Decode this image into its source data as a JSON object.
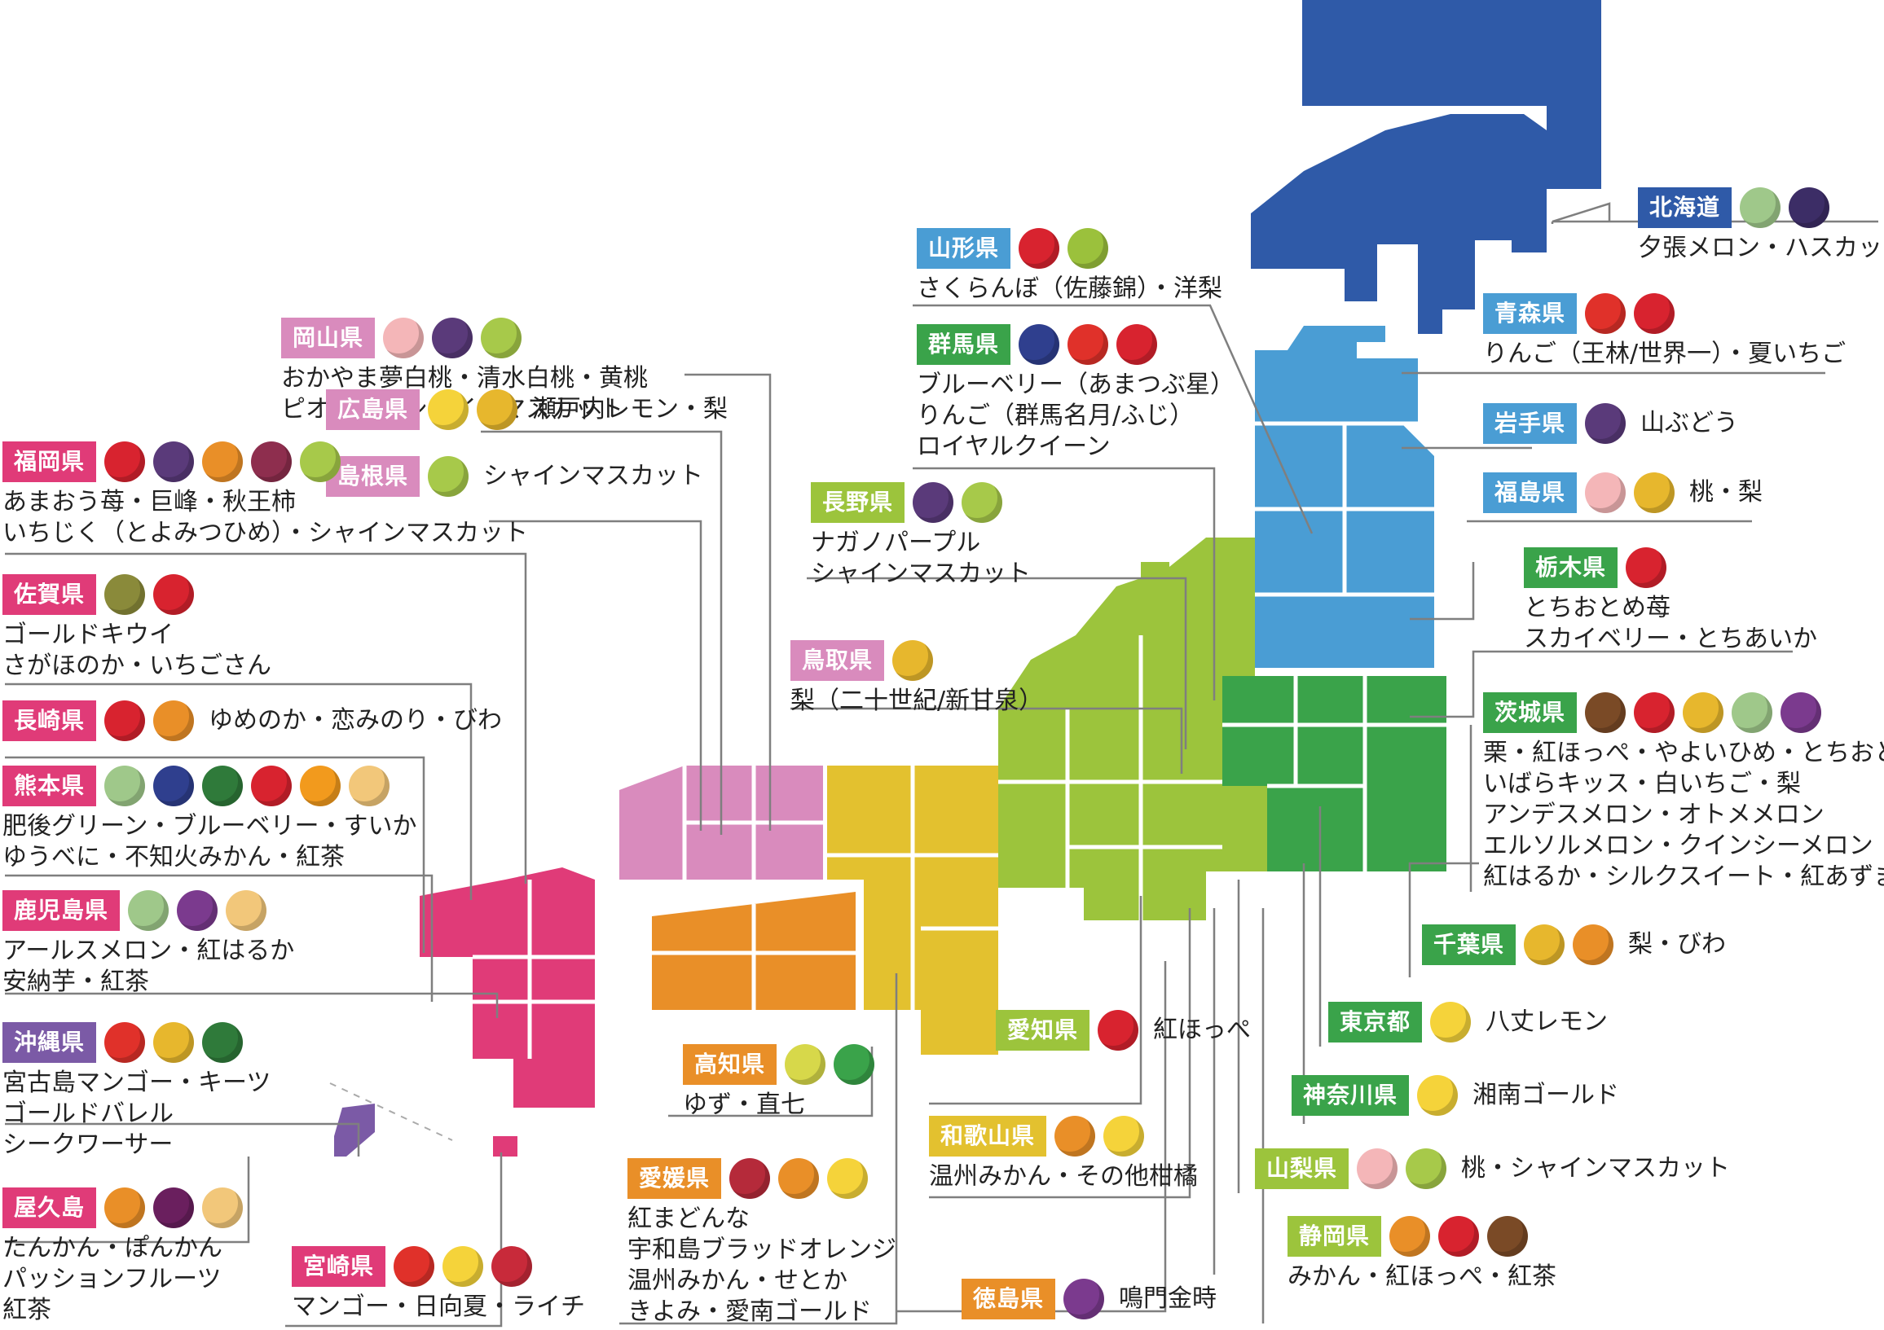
{
  "colors": {
    "hokkaido": "#2f5aa8",
    "tohoku": "#4a9dd4",
    "kanto": "#3aa34a",
    "chubu": "#9cc43c",
    "kinki": "#e3c12f",
    "chugoku": "#d98bbd",
    "shikoku": "#e98f28",
    "kyushu": "#e03b78",
    "okinawa": "#7b5aa6"
  },
  "regions": [
    {
      "id": "hokkaido",
      "name": "北海道",
      "color": "#2f5aa8",
      "fruits": [
        "#9fc88a",
        "#3c2d66"
      ],
      "lines": [
        "夕張メロン・ハスカップ"
      ]
    },
    {
      "id": "yamagata",
      "name": "山形県",
      "color": "#4a9dd4",
      "fruits": [
        "#d8232f",
        "#9bc13c"
      ],
      "lines": [
        "さくらんぼ（佐藤錦）・洋梨"
      ]
    },
    {
      "id": "aomori",
      "name": "青森県",
      "color": "#4a9dd4",
      "fruits": [
        "#e0312a",
        "#d8232f"
      ],
      "lines": [
        "りんご（王林/世界一）・夏いちご"
      ]
    },
    {
      "id": "iwate",
      "name": "岩手県",
      "color": "#4a9dd4",
      "fruits": [
        "#5a3a7a"
      ],
      "inline": "山ぶどう",
      "lines": []
    },
    {
      "id": "fukushima",
      "name": "福島県",
      "color": "#4a9dd4",
      "fruits": [
        "#f4b6b8",
        "#e7b72d"
      ],
      "inline": "桃・梨",
      "lines": []
    },
    {
      "id": "gunma",
      "name": "群馬県",
      "color": "#3aa34a",
      "fruits": [
        "#2f3f8e",
        "#e0312a",
        "#d8232f"
      ],
      "lines": [
        "ブルーベリー（あまつぶ星）",
        "りんご（群馬名月/ふじ）",
        "ロイヤルクイーン"
      ]
    },
    {
      "id": "tochigi",
      "name": "栃木県",
      "color": "#3aa34a",
      "fruits": [
        "#d8232f"
      ],
      "lines": [
        "とちおとめ苺",
        "スカイベリー・とちあいか"
      ]
    },
    {
      "id": "nagano",
      "name": "長野県",
      "color": "#9cc43c",
      "fruits": [
        "#5a3a7a",
        "#a7c94a"
      ],
      "lines": [
        "ナガノパープル",
        "シャインマスカット"
      ]
    },
    {
      "id": "ibaraki",
      "name": "茨城県",
      "color": "#3aa34a",
      "fruits": [
        "#7a4a26",
        "#d8232f",
        "#e7b72d",
        "#9fc88a",
        "#7b3a8e"
      ],
      "lines": [
        "栗・紅ほっぺ・やよいひめ・とちおとめ",
        "いばらキッス・白いちご・梨",
        "アンデスメロン・オトメメロン",
        "エルソルメロン・クインシーメロン",
        "紅はるか・シルクスイート・紅あずま"
      ]
    },
    {
      "id": "okayama",
      "name": "岡山県",
      "color": "#d98bbd",
      "fruits": [
        "#f4b6b8",
        "#5a3a7a",
        "#a7c94a"
      ],
      "lines": [
        "おかやま夢白桃・清水白桃・黄桃",
        "ピオーネ・シャインマスカット"
      ]
    },
    {
      "id": "hiroshima",
      "name": "広島県",
      "color": "#d98bbd",
      "fruits": [
        "#f5d33a",
        "#e7b72d"
      ],
      "inline": "瀬戸内レモン・梨",
      "lines": []
    },
    {
      "id": "shimane",
      "name": "島根県",
      "color": "#d98bbd",
      "fruits": [
        "#a7c94a"
      ],
      "inline": "シャインマスカット",
      "lines": []
    },
    {
      "id": "tottori",
      "name": "鳥取県",
      "color": "#d98bbd",
      "fruits": [
        "#e7b72d"
      ],
      "lines": [
        "梨（二十世紀/新甘泉）"
      ]
    },
    {
      "id": "fukuoka",
      "name": "福岡県",
      "color": "#e03b78",
      "fruits": [
        "#d8232f",
        "#5a3a7a",
        "#e98f28",
        "#8e2e4e",
        "#a7c94a"
      ],
      "lines": [
        "あまおう苺・巨峰・秋王柿",
        "いちじく（とよみつひめ）・シャインマスカット"
      ]
    },
    {
      "id": "saga",
      "name": "佐賀県",
      "color": "#e03b78",
      "fruits": [
        "#8a8a3a",
        "#d8232f"
      ],
      "lines": [
        "ゴールドキウイ",
        "さがほのか・いちごさん"
      ]
    },
    {
      "id": "nagasaki",
      "name": "長崎県",
      "color": "#e03b78",
      "fruits": [
        "#d8232f",
        "#e98f28"
      ],
      "inline": "ゆめのか・恋みのり・びわ",
      "lines": []
    },
    {
      "id": "kumamoto",
      "name": "熊本県",
      "color": "#e03b78",
      "fruits": [
        "#9fc88a",
        "#2f3f8e",
        "#2f7a3a",
        "#d8232f",
        "#f29a1d",
        "#f2c77a"
      ],
      "lines": [
        "肥後グリーン・ブルーベリー・すいか",
        "ゆうべに・不知火みかん・紅茶"
      ]
    },
    {
      "id": "kagoshima",
      "name": "鹿児島県",
      "color": "#e03b78",
      "fruits": [
        "#9fc88a",
        "#7b3a8e",
        "#f2c77a"
      ],
      "lines": [
        "アールスメロン・紅はるか",
        "安納芋・紅茶"
      ]
    },
    {
      "id": "okinawa",
      "name": "沖縄県",
      "color": "#7b5aa6",
      "fruits": [
        "#e0312a",
        "#e7b72d",
        "#2f7a3a"
      ],
      "lines": [
        "宮古島マンゴー・キーツ",
        "ゴールドバレル",
        "シークワーサー"
      ]
    },
    {
      "id": "yakushima",
      "name": "屋久島",
      "color": "#e03b78",
      "fruits": [
        "#e98f28",
        "#6a1f5e",
        "#f2c77a"
      ],
      "lines": [
        "たんかん・ぽんかん",
        "パッションフルーツ",
        "紅茶"
      ]
    },
    {
      "id": "miyazaki",
      "name": "宮崎県",
      "color": "#e03b78",
      "fruits": [
        "#e0312a",
        "#f5d33a",
        "#c82a3a"
      ],
      "lines": [
        "マンゴー・日向夏・ライチ"
      ]
    },
    {
      "id": "kochi",
      "name": "高知県",
      "color": "#e98f28",
      "fruits": [
        "#d7d84a",
        "#3aa34a"
      ],
      "lines": [
        "ゆず・直七"
      ]
    },
    {
      "id": "ehime",
      "name": "愛媛県",
      "color": "#e98f28",
      "fruits": [
        "#b52a3a",
        "#e98f28",
        "#f5d33a"
      ],
      "lines": [
        "紅まどんな",
        "宇和島ブラッドオレンジ",
        "温州みかん・せとか",
        "きよみ・愛南ゴールド"
      ]
    },
    {
      "id": "tokushima",
      "name": "徳島県",
      "color": "#e98f28",
      "fruits": [
        "#7b3a8e"
      ],
      "inline": "鳴門金時",
      "lines": []
    },
    {
      "id": "aichi",
      "name": "愛知県",
      "color": "#9cc43c",
      "fruits": [
        "#d8232f"
      ],
      "inline": "紅ほっぺ",
      "lines": []
    },
    {
      "id": "wakayama",
      "name": "和歌山県",
      "color": "#e3c12f",
      "fruits": [
        "#e98f28",
        "#f5d33a"
      ],
      "lines": [
        "温州みかん・その他柑橘"
      ]
    },
    {
      "id": "chiba",
      "name": "千葉県",
      "color": "#3aa34a",
      "fruits": [
        "#e7b72d",
        "#e98f28"
      ],
      "inline": "梨・びわ",
      "lines": []
    },
    {
      "id": "tokyo",
      "name": "東京都",
      "color": "#3aa34a",
      "fruits": [
        "#f5d33a"
      ],
      "inline": "八丈レモン",
      "lines": []
    },
    {
      "id": "kanagawa",
      "name": "神奈川県",
      "color": "#3aa34a",
      "fruits": [
        "#f5d33a"
      ],
      "inline": "湘南ゴールド",
      "lines": []
    },
    {
      "id": "yamanashi",
      "name": "山梨県",
      "color": "#9cc43c",
      "fruits": [
        "#f4b6b8",
        "#a7c94a"
      ],
      "inline": "桃・シャインマスカット",
      "lines": []
    },
    {
      "id": "shizuoka",
      "name": "静岡県",
      "color": "#9cc43c",
      "fruits": [
        "#e98f28",
        "#d8232f",
        "#7a4a26"
      ],
      "lines": [
        "みかん・紅ほっぺ・紅茶"
      ]
    }
  ]
}
